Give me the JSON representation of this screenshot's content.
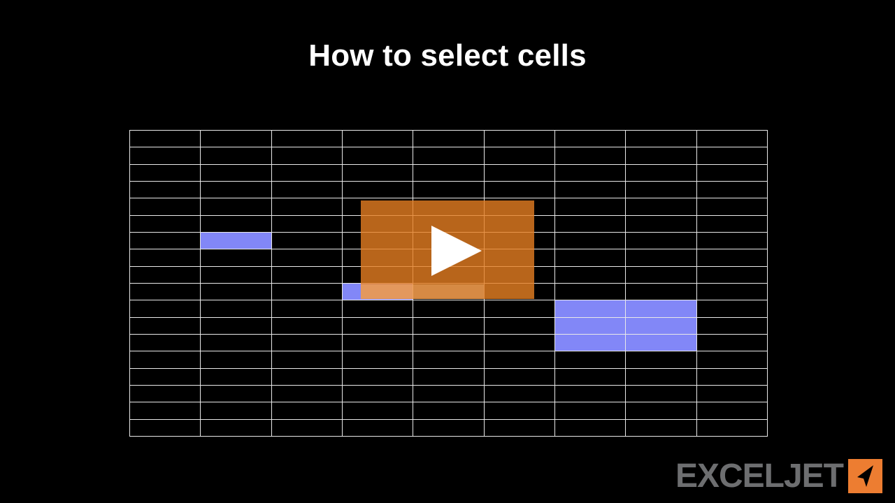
{
  "slide": {
    "title": "How to select cells",
    "background_color": "#000000",
    "title_color": "#ffffff"
  },
  "grid": {
    "columns": 9,
    "rows": 18,
    "line_color": "#e9e9e9",
    "cell_fill_color": "#000000",
    "selection_color": "#8287f7",
    "selected_cells": [
      {
        "row": 6,
        "col": 1
      },
      {
        "row": 9,
        "col": 3
      },
      {
        "row": 10,
        "col": 6
      },
      {
        "row": 10,
        "col": 7
      },
      {
        "row": 11,
        "col": 6
      },
      {
        "row": 11,
        "col": 7
      },
      {
        "row": 12,
        "col": 6
      },
      {
        "row": 12,
        "col": 7
      }
    ]
  },
  "video": {
    "overlay_color": "#ce8030",
    "play_icon": "play-triangle-icon",
    "play_icon_color": "#ffffff",
    "progress_percent": 71,
    "progress_fill_color": "#de9355",
    "progress_track_color": "#cb7c2e"
  },
  "logo": {
    "text": "EXCELJET",
    "text_color": "#6d6e70",
    "mark_color": "#ed7d31",
    "mark_icon": "cursor-arrow-icon",
    "mark_icon_color": "#000000"
  }
}
